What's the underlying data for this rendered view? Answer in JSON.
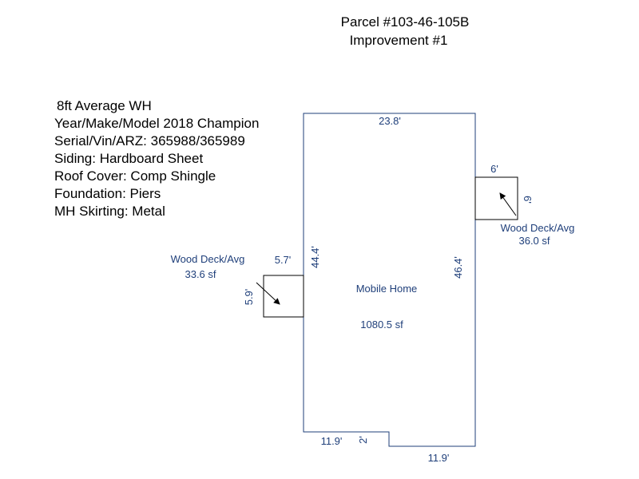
{
  "header": {
    "parcel": "Parcel #103-46-105B",
    "improvement": "Improvement #1"
  },
  "info": [
    "8ft Average WH",
    "Year/Make/Model 2018 Champion",
    "Serial/Vin/ARZ: 365988/365989",
    "Siding: Hardboard Sheet",
    "Roof Cover: Comp Shingle",
    "Foundation: Piers",
    "MH Skirting: Metal"
  ],
  "main": {
    "label": "Mobile Home",
    "area": "1080.5 sf",
    "dim_top": "23.8'",
    "dim_left": "44.4'",
    "dim_right": "46.4'",
    "dim_bottom_left": "11.9'",
    "dim_notch": "2'",
    "dim_bottom_right": "11.9'"
  },
  "deck_left": {
    "label": "Wood Deck/Avg",
    "area": "33.6 sf",
    "dim_width": "5.7'",
    "dim_height": "5.9'"
  },
  "deck_right": {
    "label": "Wood Deck/Avg",
    "area": "36.0 sf",
    "dim_width": "6'",
    "dim_height": "6'"
  }
}
